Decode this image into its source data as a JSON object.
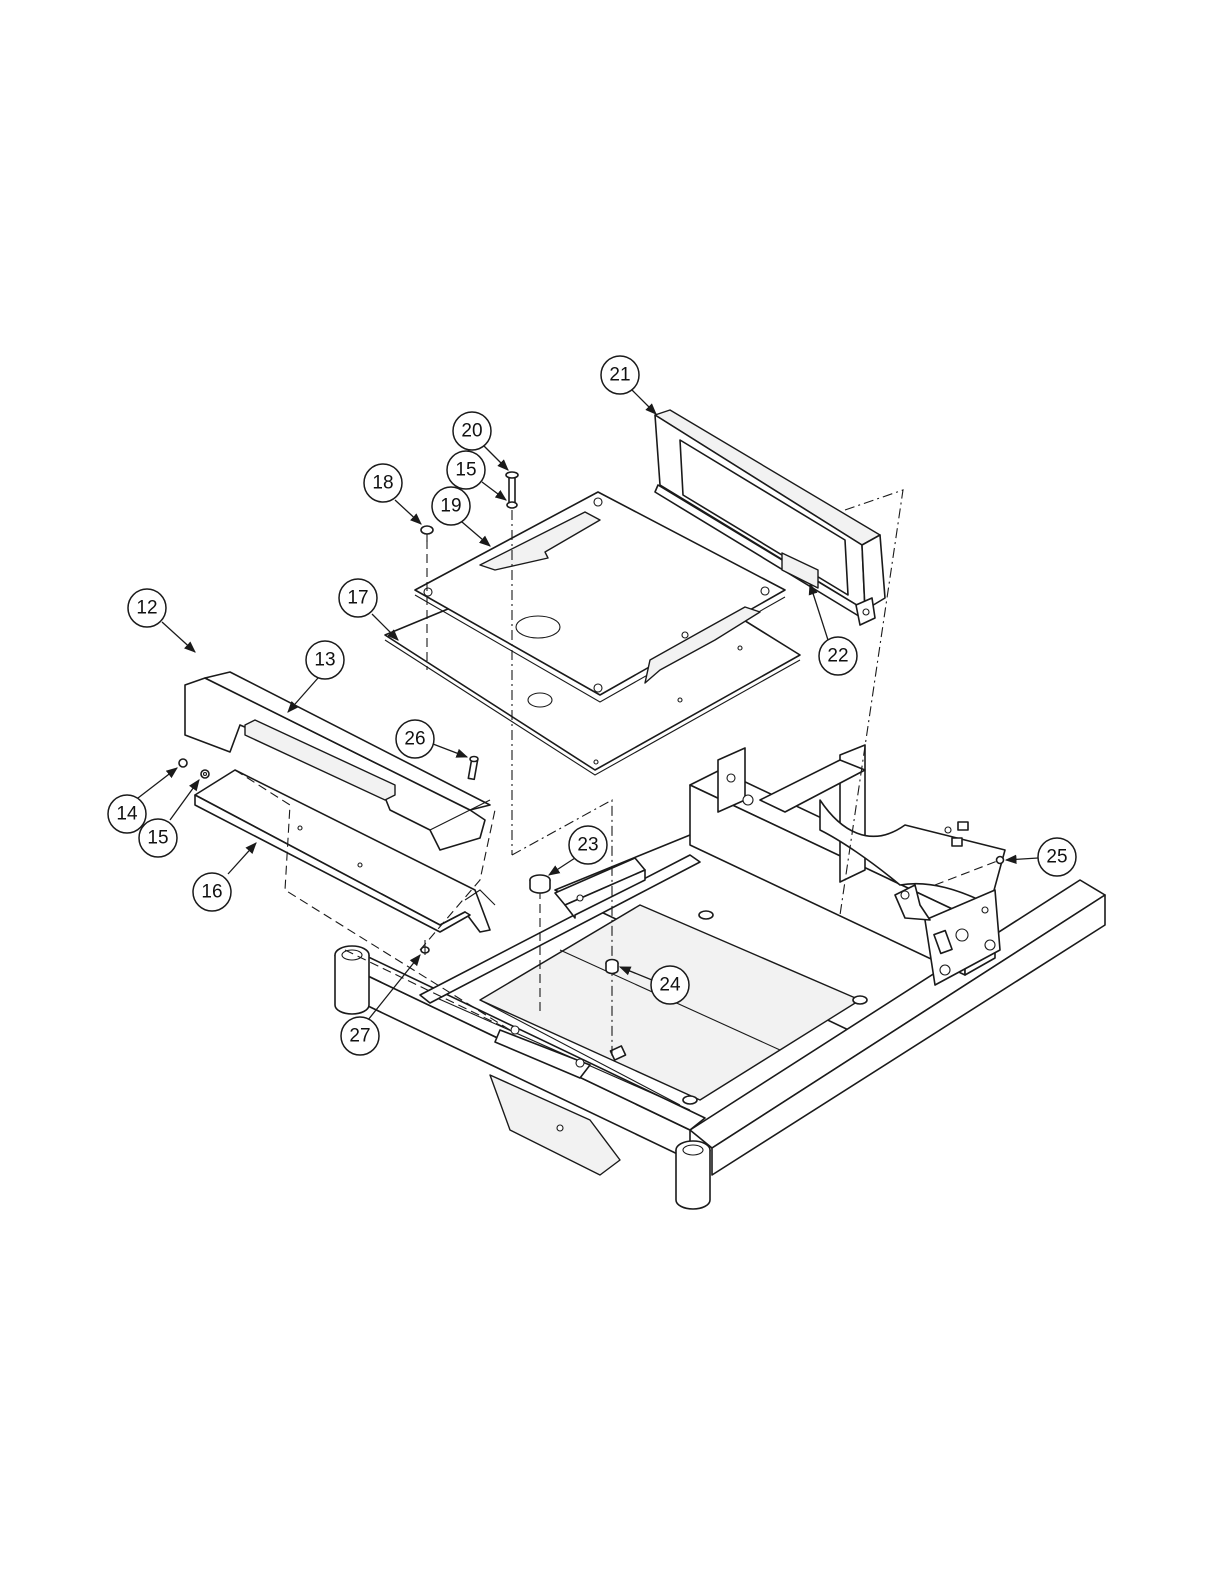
{
  "diagram": {
    "callouts": [
      {
        "id": "c12",
        "label": "12"
      },
      {
        "id": "c13",
        "label": "13"
      },
      {
        "id": "c14",
        "label": "14"
      },
      {
        "id": "c15a",
        "label": "15"
      },
      {
        "id": "c15b",
        "label": "15"
      },
      {
        "id": "c16",
        "label": "16"
      },
      {
        "id": "c17",
        "label": "17"
      },
      {
        "id": "c18",
        "label": "18"
      },
      {
        "id": "c19",
        "label": "19"
      },
      {
        "id": "c20",
        "label": "20"
      },
      {
        "id": "c21",
        "label": "21"
      },
      {
        "id": "c22",
        "label": "22"
      },
      {
        "id": "c23",
        "label": "23"
      },
      {
        "id": "c24",
        "label": "24"
      },
      {
        "id": "c25",
        "label": "25"
      },
      {
        "id": "c26",
        "label": "26"
      },
      {
        "id": "c27",
        "label": "27"
      }
    ]
  }
}
